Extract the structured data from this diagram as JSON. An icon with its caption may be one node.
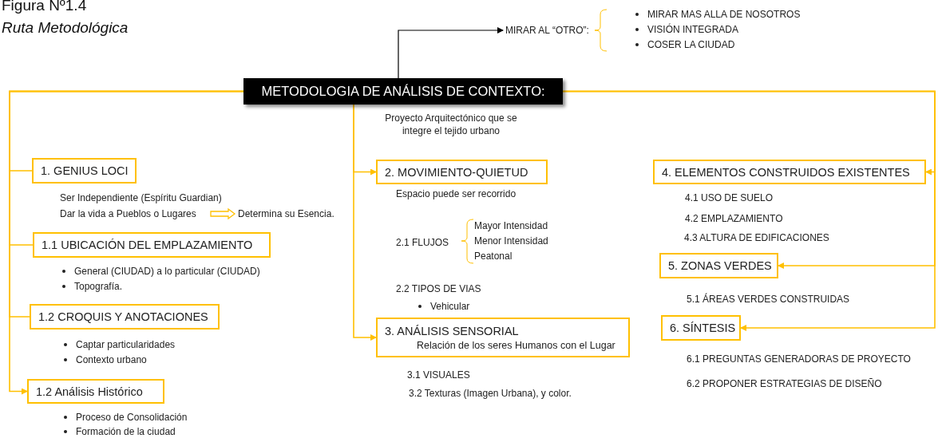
{
  "diagram": {
    "title": "Figura Nº1.4",
    "caption": "Ruta Metodológica",
    "nodes": [
      {
        "text": [
          "METODOLOGIA DE ANÁLISIS DE CONTEXTO:"
        ]
      },
      {
        "text": [
          "MIRAR AL “OTRO”:"
        ]
      },
      {
        "text": [
          "1. GENIUS LOCI"
        ]
      },
      {
        "text": [
          "1.1 UBICACIÓN DEL EMPLAZAMIENTO"
        ]
      },
      {
        "text": [
          "1.2 CROQUIS Y ANOTACIONES"
        ]
      },
      {
        "text": [
          "1.2 Análisis Histórico"
        ]
      },
      {
        "text": [
          "2. MOVIMIENTO-QUIETUD"
        ]
      },
      {
        "text": [
          "3. ANÁLISIS SENSORIAL",
          "Relación de los seres Humanos con el Lugar"
        ]
      },
      {
        "text": [
          "4. ELEMENTOS CONSTRUIDOS EXISTENTES"
        ]
      },
      {
        "text": [
          "5. ZONAS VERDES"
        ]
      },
      {
        "text": [
          "6. SÍNTESIS"
        ]
      },
      {
        "text": [
          "Dar la vida a Pueblos o Lugares"
        ]
      },
      {
        "text": [
          "Determina su Esencia."
        ]
      }
    ],
    "edges": [
      {
        "from": 0,
        "to": 1,
        "arrow": "to",
        "color": "#000000"
      },
      {
        "from": 0,
        "to": 2,
        "arrow": "none"
      },
      {
        "from": 0,
        "to": 3,
        "arrow": "none"
      },
      {
        "from": 0,
        "to": 4,
        "arrow": "none"
      },
      {
        "from": 0,
        "to": 5,
        "arrow": "to"
      },
      {
        "from": 0,
        "to": 6,
        "arrow": "to"
      },
      {
        "from": 0,
        "to": 7,
        "arrow": "to"
      },
      {
        "from": 0,
        "to": 8,
        "arrow": "to"
      },
      {
        "from": 0,
        "to": 9,
        "arrow": "to"
      },
      {
        "from": 0,
        "to": 10,
        "arrow": "to"
      },
      {
        "from": 11,
        "to": 12,
        "arrow": "to",
        "style": "thick"
      }
    ],
    "labels": [
      "MIRAR MAS ALLA DE NOSOTROS",
      "VISIÓN INTEGRADA",
      "COSER LA CIUDAD",
      "Proyecto Arquitectónico que se integre el tejido urbano",
      "Ser Independiente (Espíritu Guardian)",
      "Espacio puede ser recorrido",
      "4.1 USO DE SUELO",
      "4.2 EMPLAZAMIENTO",
      "2.1 FLUJOS",
      "Mayor Intensidad",
      "Menor Intensidad",
      "Peatonal",
      "4.3 ALTURA DE EDIFICACIONES",
      "General (CIUDAD) a lo particular (CIUDAD)",
      "Topografía.",
      "2.2 TIPOS DE VIAS",
      "5.1 ÁREAS VERDES CONSTRUIDAS",
      "Vehicular",
      "Captar particularidades",
      "Contexto urbano",
      "3.1 VISUALES",
      "3.2 Texturas (Imagen Urbana), y color.",
      "6.1 PREGUNTAS GENERADORAS DE PROYECTO",
      "6.2 PROPONER ESTRATEGIAS DE DISEÑO",
      "Proceso de Consolidación",
      "Formación de la ciudad"
    ]
  }
}
